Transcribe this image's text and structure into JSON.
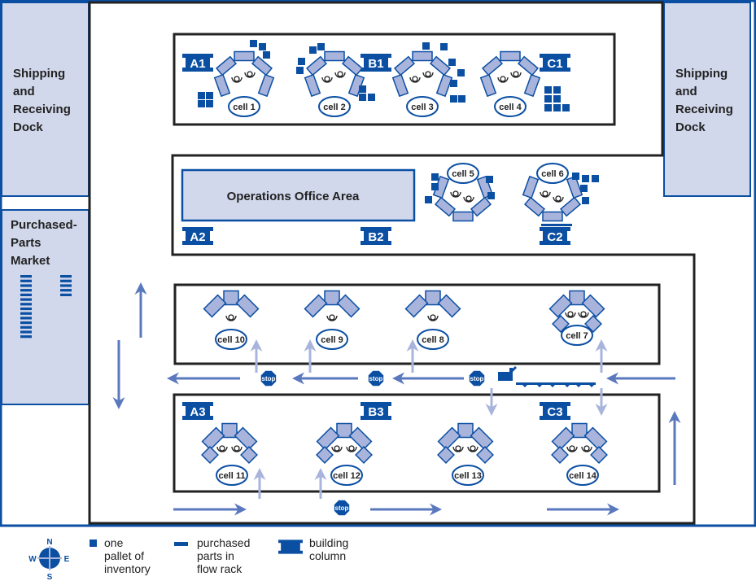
{
  "colors": {
    "brand_blue": "#0b4fa3",
    "light_blue_fill": "#d2d8ec",
    "station_fill": "#a9b4dc",
    "flow_arrow": "#5a78bd",
    "feed_arrow": "#a9b4dc",
    "wall": "#222222"
  },
  "areas": {
    "dock_left": [
      "Shipping",
      "and",
      "Receiving",
      "Dock"
    ],
    "dock_right": [
      "Shipping",
      "and",
      "Receiving",
      "Dock"
    ],
    "market": [
      "Purchased-",
      "Parts",
      "Market"
    ],
    "office": "Operations Office Area"
  },
  "columns": [
    "A1",
    "B1",
    "C1",
    "A2",
    "B2",
    "C2",
    "A3",
    "B3",
    "C3"
  ],
  "cells": [
    "cell 1",
    "cell 2",
    "cell 3",
    "cell 4",
    "cell 5",
    "cell 6",
    "cell 7",
    "cell 8",
    "cell 9",
    "cell 10",
    "cell 11",
    "cell 12",
    "cell 13",
    "cell 14"
  ],
  "stop_sign": "stop",
  "compass": {
    "n": "N",
    "s": "S",
    "e": "E",
    "w": "W"
  },
  "legend": {
    "pallet": [
      "one",
      "pallet of",
      "inventory"
    ],
    "flow_rack": [
      "purchased",
      "parts in",
      "flow rack"
    ],
    "column": [
      "building",
      "column"
    ]
  }
}
